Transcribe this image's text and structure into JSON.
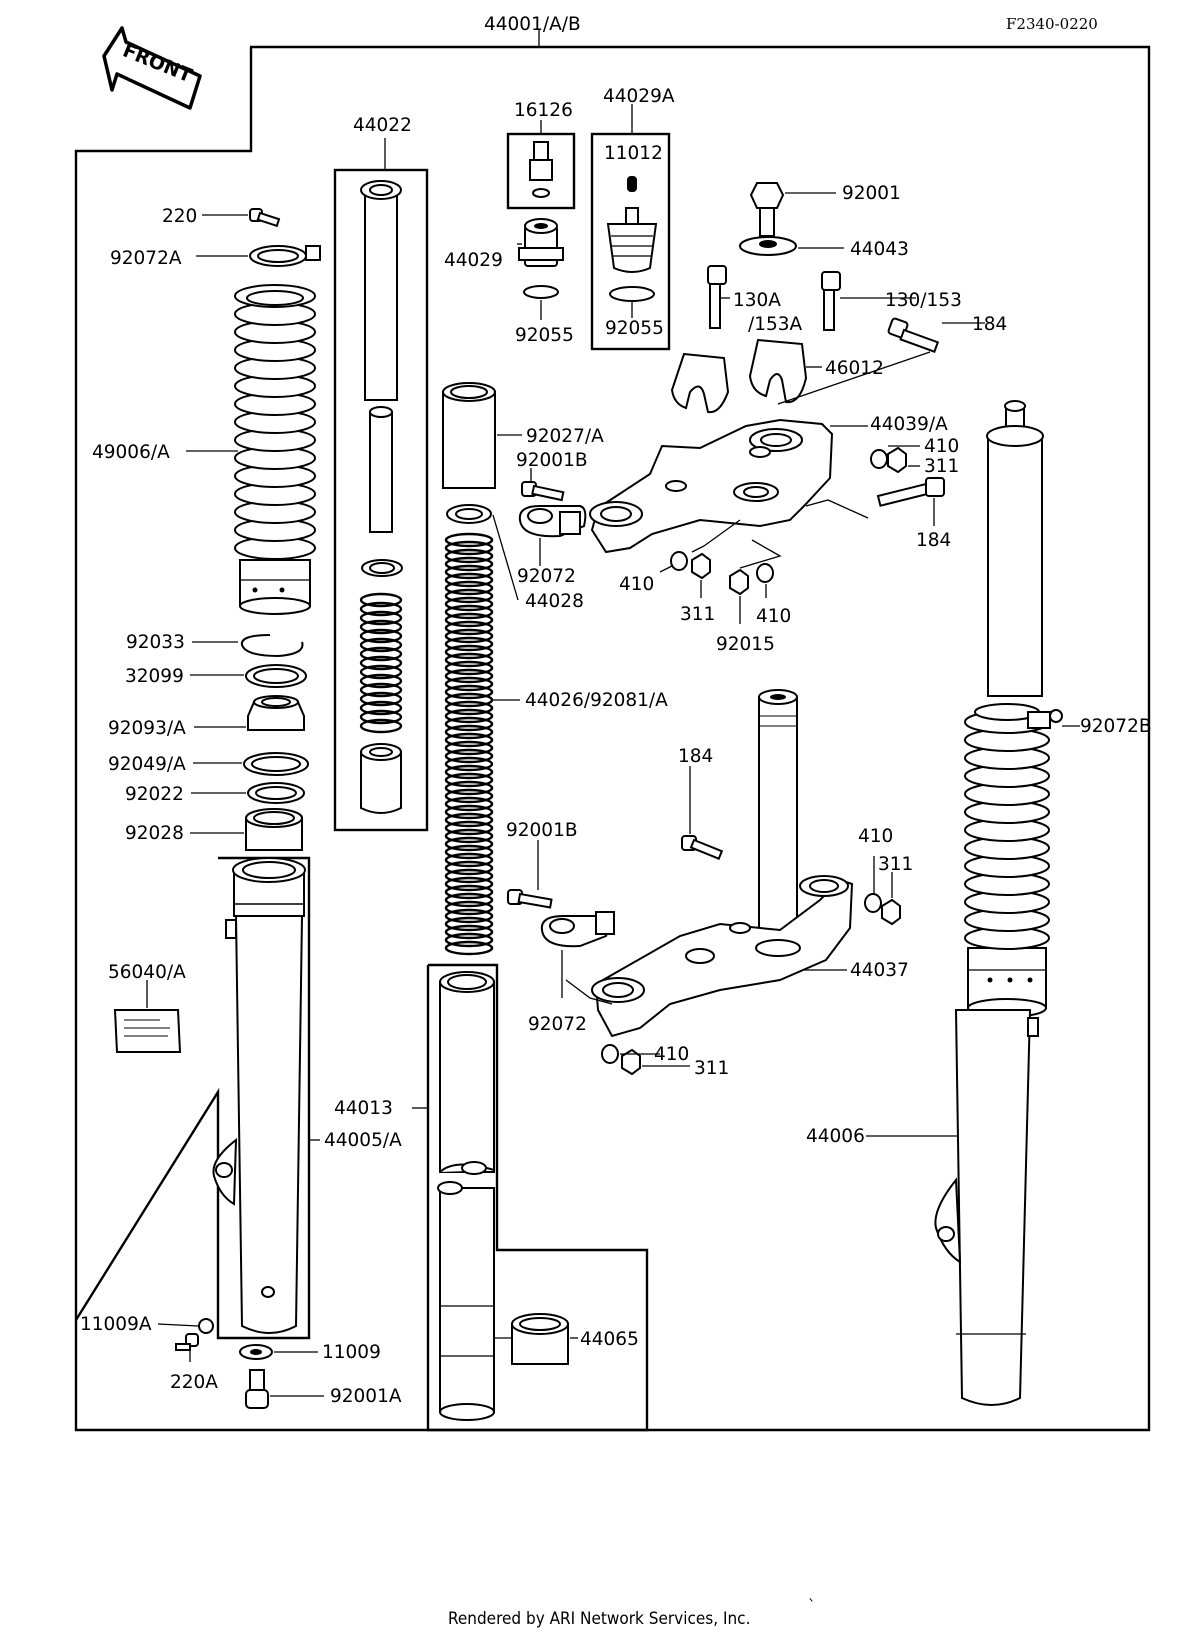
{
  "figure_code": "F2340-0220",
  "assembly_ref": "44001/A/B",
  "front_label": "FRONT",
  "footer": "Rendered by ARI Network Services, Inc.",
  "parts": {
    "p44022": "44022",
    "p16126": "16126",
    "p44029A": "44029A",
    "p11012": "11012",
    "p44029": "44029",
    "p92055a": "92055",
    "p92055b": "92055",
    "p92001": "92001",
    "p44043": "44043",
    "p130A": "130A",
    "p153A": "/153A",
    "p130_153": "130/153",
    "p184a": "184",
    "p46012": "46012",
    "p44039A": "44039/A",
    "p410a": "410",
    "p311a": "311",
    "p184b": "184",
    "p220": "220",
    "p92072A": "92072A",
    "p49006A": "49006/A",
    "p92027A": "92027/A",
    "p92001Ba": "92001B",
    "p92072a": "92072",
    "p44028": "44028",
    "p410b": "410",
    "p311b": "311",
    "p410c": "410",
    "p92015": "92015",
    "p92033": "92033",
    "p32099": "32099",
    "p92093A": "92093/A",
    "p92049A": "92049/A",
    "p92022": "92022",
    "p92028": "92028",
    "p44026": "44026/92081/A",
    "p92072B": "92072B",
    "p184c": "184",
    "p92001Bb": "92001B",
    "p410d": "410",
    "p311c": "311",
    "p56040A": "56040/A",
    "p44037": "44037",
    "p92072b": "92072",
    "p410e": "410",
    "p311d": "311",
    "p44013": "44013",
    "p44005A": "44005/A",
    "p44006": "44006",
    "p11009A": "11009A",
    "p11009": "11009",
    "p44065": "44065",
    "p220A": "220A",
    "p92001A": "92001A"
  }
}
